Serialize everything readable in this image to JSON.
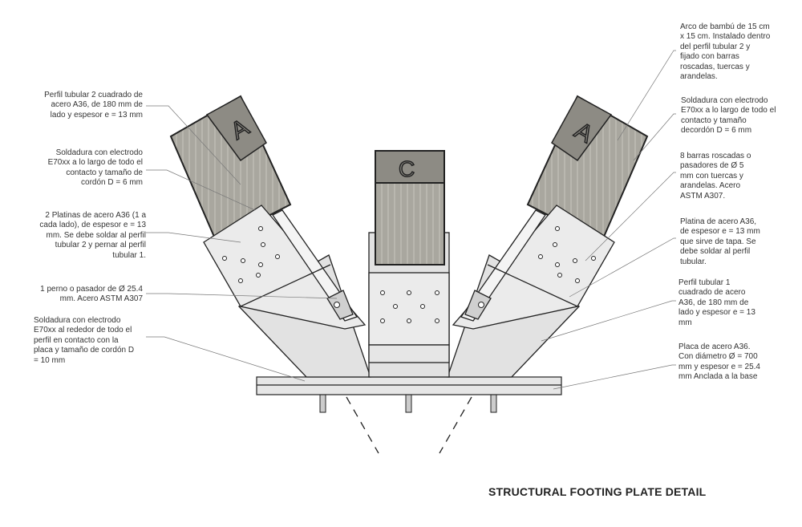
{
  "title": "STRUCTURAL FOOTING PLATE DETAIL",
  "member_letters": {
    "left": "A",
    "center": "C",
    "right": "A"
  },
  "colors": {
    "bamboo": "#a9a79f",
    "bamboo_top": "#8d8b84",
    "steel": "#dedede",
    "plate": "#e6e6e6",
    "line": "#222222"
  },
  "notes": {
    "left": [
      [
        "Perfil tubular 2 cuadrado de",
        "acero A36, de 180 mm de",
        "lado y espesor e = 13 mm"
      ],
      [
        "Soldadura con electrodo",
        "E70xx a lo largo de todo el",
        "contacto y tamaño de",
        "cordón D = 6 mm"
      ],
      [
        "2 Platinas de acero A36 (1 a",
        "cada lado), de espesor e = 13",
        "mm. Se debe soldar al perfil",
        "tubular 2 y pernar al perfil",
        "tubular 1."
      ],
      [
        "1 perno o pasador de Ø 25.4",
        "mm. Acero ASTM A307"
      ],
      [
        "Soldadura con electrodo",
        "E70xx al rededor de todo el",
        "perfil en contacto con la",
        "placa y tamaño de cordón D",
        "= 10 mm"
      ]
    ],
    "right": [
      [
        "Arco de bambú de 15 cm",
        "x 15 cm. Instalado dentro",
        "del perfil tubular 2 y",
        "fijado con barras",
        "roscadas, tuercas y",
        "arandelas."
      ],
      [
        "Soldadura con electrodo",
        "E70xx a lo largo de todo el",
        "contacto y tamaño",
        "decordón D = 6 mm"
      ],
      [
        "8 barras roscadas o",
        "pasadores de Ø 5",
        "mm con tuercas y",
        "arandelas. Acero",
        "ASTM A307."
      ],
      [
        "Platina de acero A36,",
        "de espesor e = 13 mm",
        "que sirve de tapa. Se",
        "debe soldar al perfil",
        "tubular."
      ],
      [
        "Perfil tubular 1",
        "cuadrado de acero",
        "A36, de 180 mm de",
        "lado y espesor e = 13",
        "mm"
      ],
      [
        "Placa de acero A36.",
        "Con diámetro Ø = 700",
        "mm y espesor e = 25.4",
        "mm Anclada a la base"
      ]
    ]
  }
}
